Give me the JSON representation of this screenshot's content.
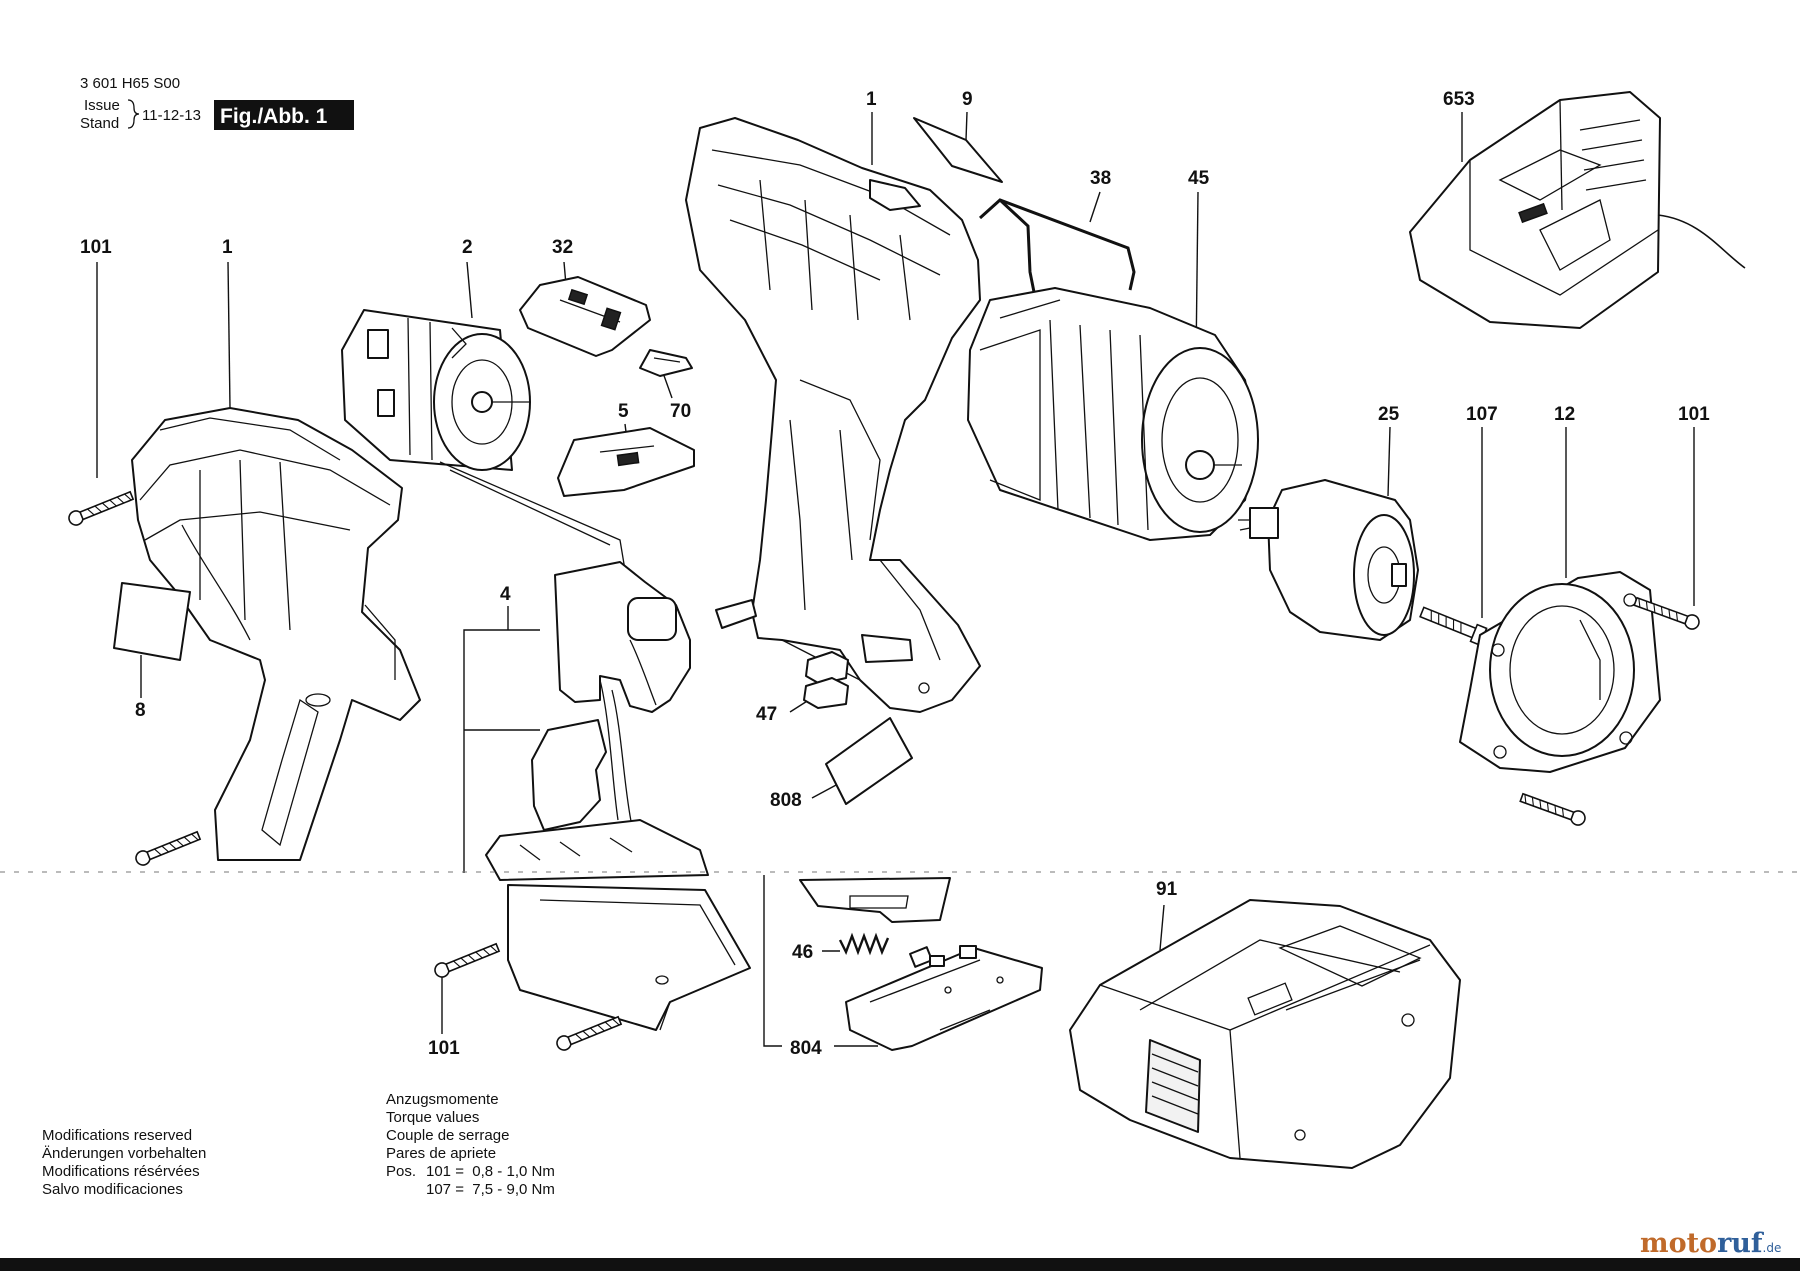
{
  "header": {
    "part_number": "3 601 H65 S00",
    "issue_label": "Issue",
    "stand_label": "Stand",
    "issue_date": "11-12-13",
    "figure_badge": "Fig./Abb. 1"
  },
  "callouts": {
    "c101_a": "101",
    "c1_a": "1",
    "c2": "2",
    "c32": "32",
    "c1_b": "1",
    "c9": "9",
    "c38": "38",
    "c45": "45",
    "c653": "653",
    "c5": "5",
    "c70": "70",
    "c25": "25",
    "c107": "107",
    "c12": "12",
    "c101_b": "101",
    "c8": "8",
    "c4": "4",
    "c47": "47",
    "c808": "808",
    "c91": "91",
    "c46": "46",
    "c101_c": "101",
    "c804": "804"
  },
  "notes": {
    "modifications": [
      "Modifications reserved",
      "Änderungen vorbehalten",
      "Modifications résérvées",
      "Salvo modificaciones"
    ],
    "torque_headers": [
      "Anzugsmomente",
      "Torque values",
      "Couple de serrage",
      "Pares de apriete"
    ],
    "torque_pos_label": "Pos.",
    "torque_rows": [
      "101 =  0,8 - 1,0 Nm",
      "107 =  7,5 - 9,0 Nm"
    ]
  },
  "watermark": {
    "part1": "moto",
    "part2": "ruf",
    "suffix": ".de"
  }
}
